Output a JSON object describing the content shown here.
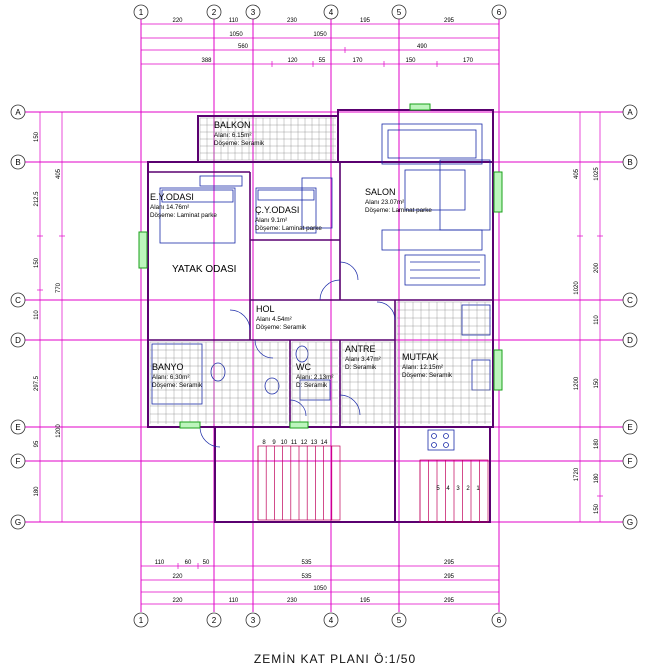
{
  "plan": {
    "caption": "ZEMİN KAT PLANI Ö:1/50",
    "col_axes": [
      "1",
      "2",
      "3",
      "4",
      "5",
      "6"
    ],
    "row_axes": [
      "A",
      "B",
      "C",
      "D",
      "E",
      "F",
      "G"
    ],
    "rooms": [
      {
        "id": "balkon",
        "name": "BALKON",
        "area": "Alanı: 6.15m²",
        "floor": "Döşeme: Seramik"
      },
      {
        "id": "ey-odasi",
        "name": "E.Y.ODASI",
        "area": "Alanı 14.76m²",
        "floor": "Döşeme: Laminat parke"
      },
      {
        "id": "cy-odasi",
        "name": "Ç.Y.ODASI",
        "area": "Alanı 9.1m²",
        "floor": "Döşeme: Laminat parke"
      },
      {
        "id": "salon",
        "name": "SALON",
        "area": "Alanı 23.07m²",
        "floor": "Döşeme: Laminat parke"
      },
      {
        "id": "yatak-odasi",
        "name": "YATAK ODASI",
        "area": "",
        "floor": ""
      },
      {
        "id": "hol",
        "name": "HOL",
        "area": "Alanı 4.54m²",
        "floor": "Döşeme: Seramik"
      },
      {
        "id": "banyo",
        "name": "BANYO",
        "area": "Alanı: 6.30m²",
        "floor": "Döşeme: Seramik"
      },
      {
        "id": "wc",
        "name": "WC",
        "area": "Alanı: 2.13m²",
        "floor": "D: Seramik"
      },
      {
        "id": "antre",
        "name": "ANTRE",
        "area": "Alanı 3.47m²",
        "floor": "D: Seramik"
      },
      {
        "id": "mutfak",
        "name": "MUTFAK",
        "area": "Alanı: 12.15m²",
        "floor": "Döşeme: Seramik"
      }
    ],
    "dims_top": {
      "row1": [
        "220",
        "110",
        "230",
        "195",
        "295"
      ],
      "total": "1050",
      "row3": [
        "560",
        "490"
      ],
      "row4": [
        "388",
        "120",
        "55",
        "170",
        "150",
        "170"
      ]
    },
    "dims_bottom": {
      "row1": [
        "110",
        "60",
        "50",
        "535",
        "295"
      ],
      "row2": [
        "220",
        "535",
        "295"
      ],
      "total": "1050",
      "row4": [
        "220",
        "110",
        "230",
        "195",
        "295"
      ]
    },
    "dims_left": [
      "150",
      "212.5",
      "150",
      "110",
      "297.5",
      "95",
      "180"
    ],
    "dims_left_outer": [
      "405",
      "770",
      "1200"
    ],
    "dims_right": [
      "1025",
      "200",
      "110",
      "150",
      "180",
      "180",
      "150"
    ],
    "dims_right_outer": [
      "405",
      "1020",
      "1200",
      "1720"
    ],
    "stair_numbers": [
      "8",
      "9",
      "10",
      "11",
      "12",
      "13",
      "14"
    ],
    "stair_numbers_right": [
      "5",
      "4",
      "3",
      "2",
      "1"
    ]
  }
}
